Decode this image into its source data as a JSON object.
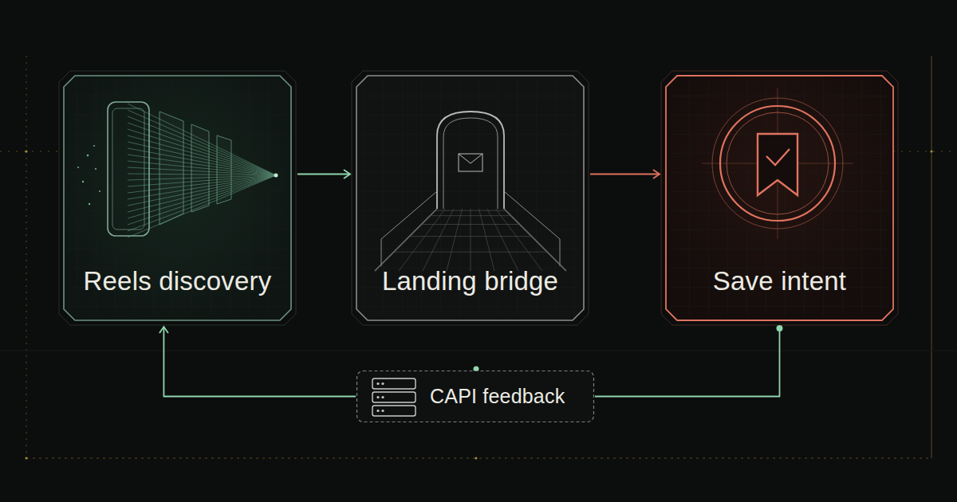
{
  "diagram": {
    "nodes": [
      {
        "text": [
          "Reels discovery"
        ]
      },
      {
        "text": [
          "Landing bridge"
        ]
      },
      {
        "text": [
          "Save intent"
        ]
      },
      {
        "text": [
          "CAPI feedback"
        ]
      }
    ],
    "edges": [
      {
        "from": 0,
        "to": 1,
        "arrow": "to"
      },
      {
        "from": 1,
        "to": 2,
        "arrow": "to"
      },
      {
        "from": 2,
        "to": 3,
        "arrow": "none"
      },
      {
        "from": 3,
        "to": 0,
        "arrow": "to"
      }
    ]
  }
}
